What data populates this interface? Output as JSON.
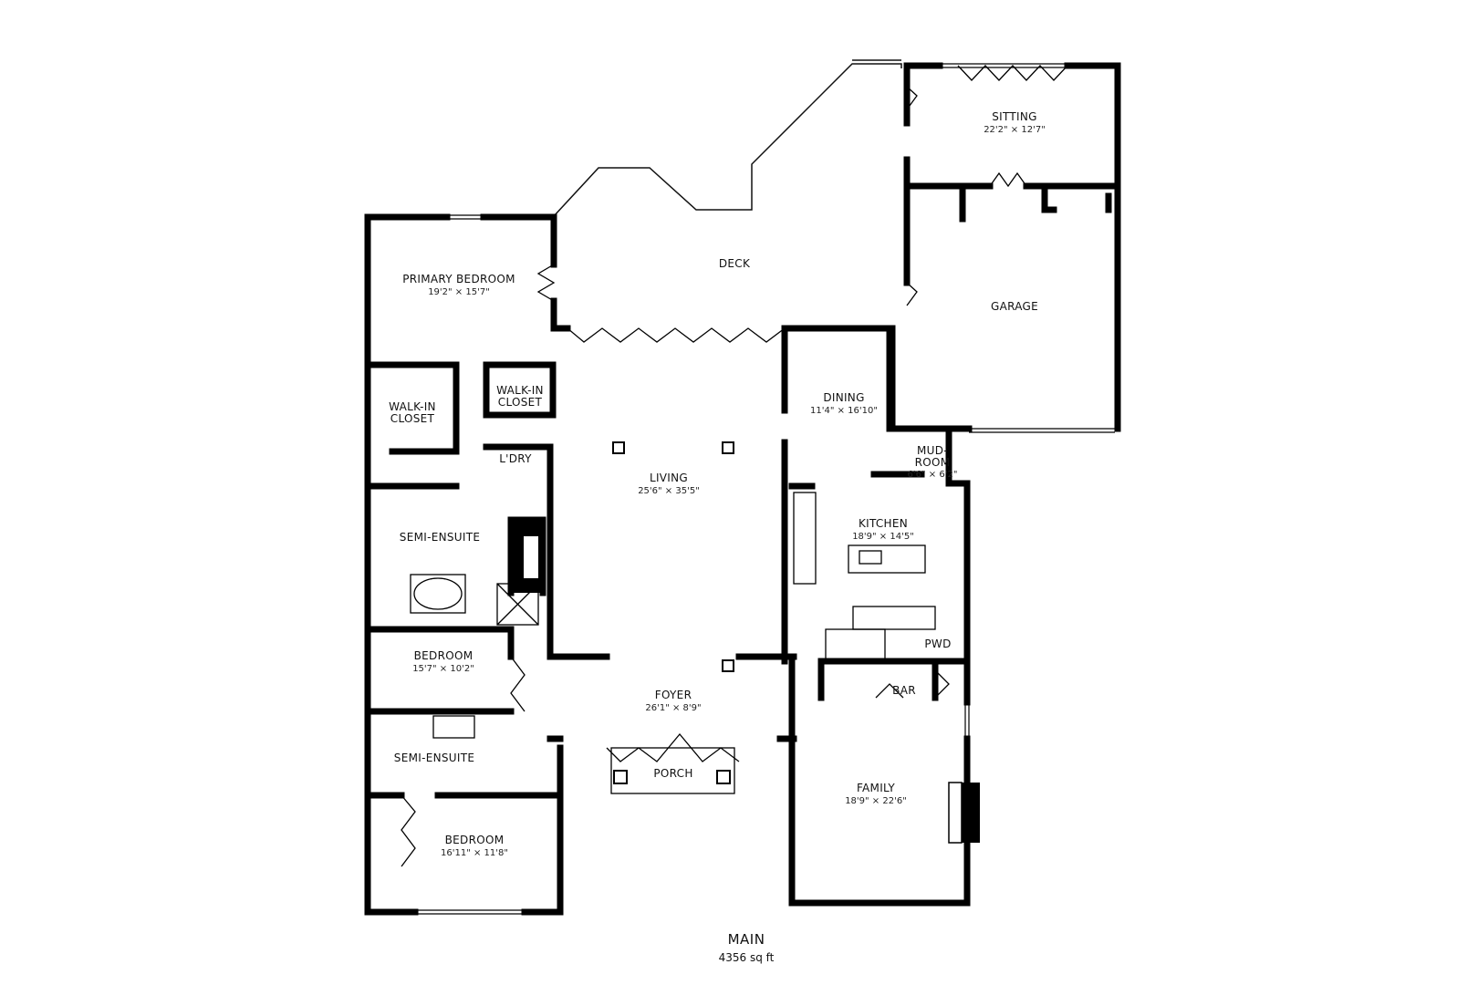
{
  "floor": {
    "name": "MAIN",
    "area": "4356 sq ft"
  },
  "rooms": [
    {
      "id": "sitting",
      "name": "SITTING",
      "dims": "22'2\" × 12'7\""
    },
    {
      "id": "deck",
      "name": "DECK",
      "dims": ""
    },
    {
      "id": "garage",
      "name": "GARAGE",
      "dims": ""
    },
    {
      "id": "primary-bedroom",
      "name": "PRIMARY BEDROOM",
      "dims": "19'2\" × 15'7\""
    },
    {
      "id": "walk-in-closet-left",
      "name": "WALK-IN",
      "name2": "CLOSET",
      "dims": ""
    },
    {
      "id": "walk-in-closet-right",
      "name": "WALK-IN",
      "name2": "CLOSET",
      "dims": ""
    },
    {
      "id": "dining",
      "name": "DINING",
      "dims": "11'4\" × 16'10\""
    },
    {
      "id": "mudroom",
      "name": "MUD-",
      "name2": "ROOM",
      "dims": "6'6\" × 6'2\""
    },
    {
      "id": "laundry",
      "name": "L'DRY",
      "dims": ""
    },
    {
      "id": "living",
      "name": "LIVING",
      "dims": "25'6\" × 35'5\""
    },
    {
      "id": "kitchen",
      "name": "KITCHEN",
      "dims": "18'9\" × 14'5\""
    },
    {
      "id": "semi-ensuite-top",
      "name": "SEMI-ENSUITE",
      "dims": ""
    },
    {
      "id": "pwd",
      "name": "PWD",
      "dims": ""
    },
    {
      "id": "bedroom-middle",
      "name": "BEDROOM",
      "dims": "15'7\" × 10'2\""
    },
    {
      "id": "foyer",
      "name": "FOYER",
      "dims": "26'1\" × 8'9\""
    },
    {
      "id": "bar",
      "name": "BAR",
      "dims": ""
    },
    {
      "id": "semi-ensuite-bottom",
      "name": "SEMI-ENSUITE",
      "dims": ""
    },
    {
      "id": "porch",
      "name": "PORCH",
      "dims": ""
    },
    {
      "id": "family",
      "name": "FAMILY",
      "dims": "18'9\" × 22'6\""
    },
    {
      "id": "bedroom-bottom",
      "name": "BEDROOM",
      "dims": "16'11\" × 11'8\""
    }
  ]
}
